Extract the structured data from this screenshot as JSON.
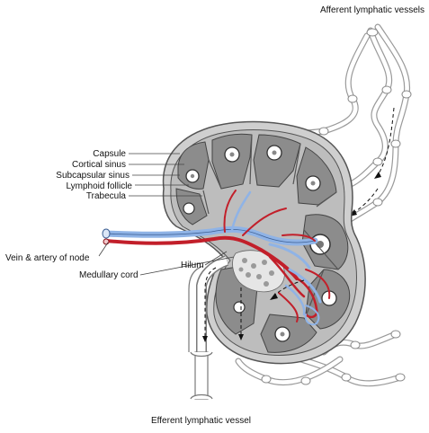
{
  "labels": {
    "afferent": "Afferent lymphatic vessels",
    "capsule": "Capsule",
    "cortical_sinus": "Cortical sinus",
    "subcapsular_sinus": "Subcapsular sinus",
    "lymphoid_follicle": "Lymphoid follicle",
    "trabecula": "Trabecula",
    "vein_artery": "Vein & artery of node",
    "hilum": "Hilum",
    "medullary_cord": "Medullary cord",
    "efferent": "Efferent lymphatic vessel"
  },
  "colors": {
    "capsule_outline": "#555555",
    "node_fill": "#bdbdbd",
    "compartment_fill": "#8c8c8c",
    "follicle_fill": "#ffffff",
    "vein": "#8fb3e6",
    "artery": "#c21f2a",
    "lymph_vessel_wall": "#9a9a9a"
  }
}
